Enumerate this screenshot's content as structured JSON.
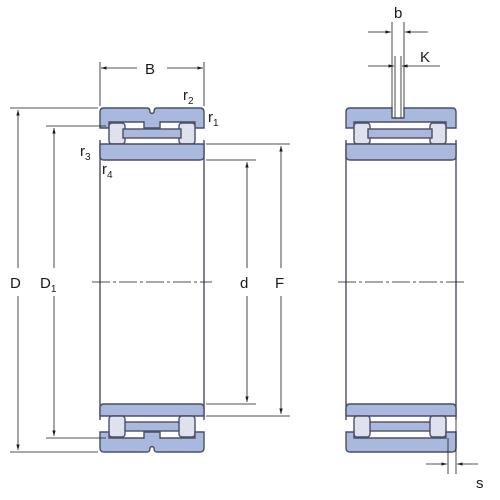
{
  "labels": {
    "B": "B",
    "b": "b",
    "K": "K",
    "D": "D",
    "D1_main": "D",
    "D1_sub": "1",
    "d": "d",
    "F": "F",
    "s": "s",
    "r1_main": "r",
    "r1_sub": "1",
    "r2_main": "r",
    "r2_sub": "2",
    "r3_main": "r",
    "r3_sub": "3",
    "r4_main": "r",
    "r4_sub": "4"
  },
  "colors": {
    "part_fill": "#a9b9dd",
    "part_stroke": "#4a4e66",
    "roller_fill": "#dfe2ec",
    "line": "#1a1a1a"
  }
}
